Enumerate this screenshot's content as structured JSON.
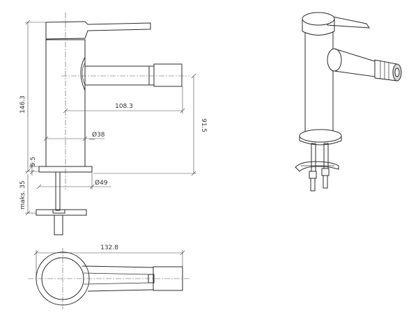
{
  "dimensions": {
    "total_height": "146.3",
    "spout_reach": "108.3",
    "body_diameter": "Ø38",
    "base_thickness": "5.5",
    "base_diameter": "Ø49",
    "max_mounting": "maks. 35",
    "spout_height": "91.5",
    "top_length": "132.8"
  }
}
